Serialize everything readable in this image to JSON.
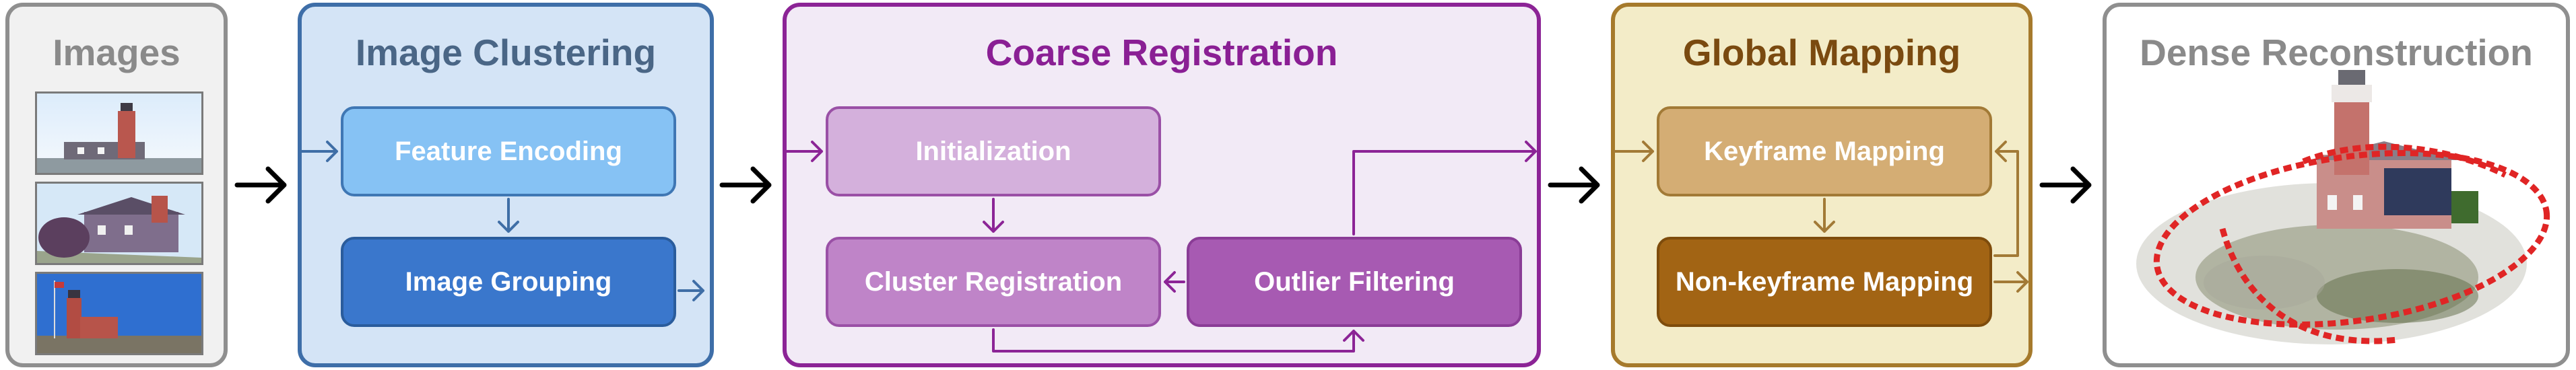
{
  "panels": {
    "images": {
      "title": "Images",
      "color": "#8a8a8a"
    },
    "clustering": {
      "title": "Image Clustering",
      "color": "#4a6686",
      "nodes": {
        "feature_encoding": "Feature Encoding",
        "image_grouping": "Image Grouping"
      }
    },
    "coarse": {
      "title": "Coarse Registration",
      "color": "#8a1f94",
      "nodes": {
        "initialization": "Initialization",
        "cluster_registration": "Cluster Registration",
        "outlier_filtering": "Outlier Filtering"
      }
    },
    "global": {
      "title": "Global Mapping",
      "color": "#7a4a10",
      "nodes": {
        "keyframe_mapping": "Keyframe Mapping",
        "nonkeyframe_mapping": "Non-keyframe Mapping"
      }
    },
    "dense": {
      "title": "Dense Reconstruction",
      "color": "#8a8a8a"
    }
  }
}
